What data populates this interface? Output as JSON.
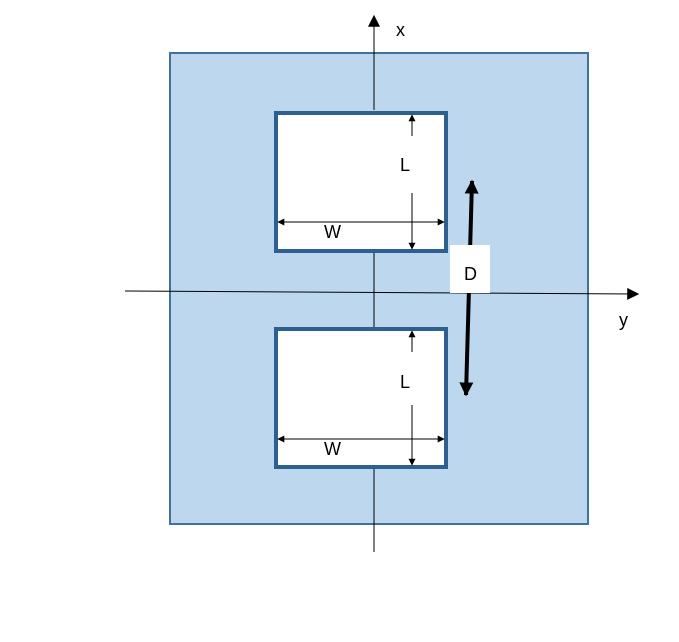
{
  "diagram": {
    "axis_x_label": "x",
    "axis_y_label": "y",
    "top_slot": {
      "length_label": "L",
      "width_label": "W"
    },
    "bottom_slot": {
      "length_label": "L",
      "width_label": "W"
    },
    "separation_label": "D",
    "colors": {
      "plate_fill": "#bdd7ee",
      "plate_stroke": "#41719c",
      "slot_fill": "#ffffff",
      "slot_stroke": "#2e5f91",
      "lines": "#000000"
    }
  }
}
